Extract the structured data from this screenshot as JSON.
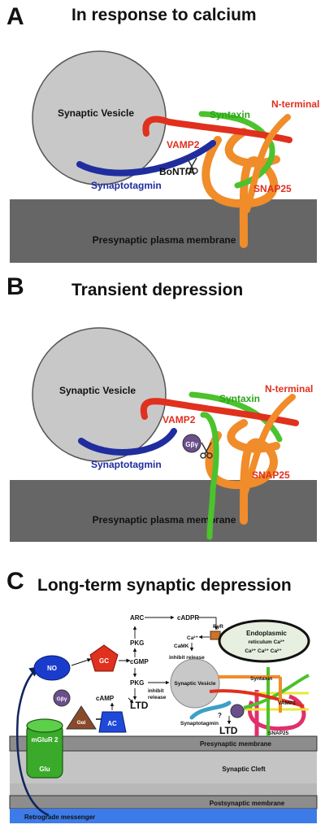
{
  "panels": {
    "a": {
      "letter": "A",
      "title": "In response to calcium",
      "vesicle": "Synaptic Vesicle",
      "vamp2": "VAMP2",
      "syntaxin": "Syntaxin",
      "n_terminal": "N-terminal",
      "synaptotagmin": "Synaptotagmin",
      "bont": "BoNT/A",
      "snap25": "SNAP25",
      "membrane": "Presynaptic plasma membrane"
    },
    "b": {
      "letter": "B",
      "title": "Transient depression",
      "vesicle": "Synaptic Vesicle",
      "vamp2": "VAMP2",
      "syntaxin": "Syntaxin",
      "n_terminal": "N-terminal",
      "synaptotagmin": "Synaptotagmin",
      "gbg": "Gβγ",
      "snap25": "SNAP25",
      "membrane": "Presynaptic plasma membrane"
    },
    "c": {
      "letter": "C",
      "title": "Long-term synaptic depression",
      "no": "NO",
      "gc": "GC",
      "arc": "ARC",
      "cadpr": "cADPR",
      "ryr": "RyR",
      "er_line1": "Endoplasmic",
      "er_line2": "reticulum Ca²⁺",
      "er_ca": "Ca²⁺ Ca²⁺ Ca²⁺",
      "ca_left": "Ca²⁺",
      "pkg_top": "PKG",
      "camk": "CaMK",
      "inhibit_release_top": "inhibit release",
      "cgmp": "cGMP",
      "pkg_bottom": "PKG",
      "inhibit_release_bottom_1": "inhibit",
      "inhibit_release_bottom_2": "release",
      "vesicle": "Synaptic Vesicle",
      "syntaxin": "Syntaxin",
      "vamp2": "VAMP2",
      "synaptotagmin": "Synaptotagmin",
      "snap25": "SNAP25",
      "question": "?",
      "ltd_left": "LTD",
      "ltd_right": "LTD",
      "camp": "cAMP",
      "gbg": "Gβγ",
      "gai": "Gαi",
      "ac": "AC",
      "mglur2_line1": "mGluR 2",
      "glu": "Glu",
      "presynaptic_membrane": "Presynaptic membrane",
      "synaptic_cleft": "Synaptic Cleft",
      "postsynaptic_membrane": "Postsynaptic membrane",
      "retrograde": "Retrograde messenger"
    }
  },
  "colors": {
    "membrane": "#666666",
    "vesicle": "#c8c8c8",
    "vamp2": "#e0301e",
    "syntaxin": "#4cc22c",
    "snap25": "#f08c2a",
    "synaptotagmin": "#1f2d9e",
    "no_blue": "#1a3ccc",
    "gc_red": "#e0301e",
    "cleft": "#b8b8b8",
    "retro_blue": "#3d7be8"
  },
  "icons": [
    "scissors-icon",
    "gbg-subunit-icon",
    "gai-subunit-icon",
    "ac-enzyme-icon",
    "mglur2-receptor-icon"
  ]
}
